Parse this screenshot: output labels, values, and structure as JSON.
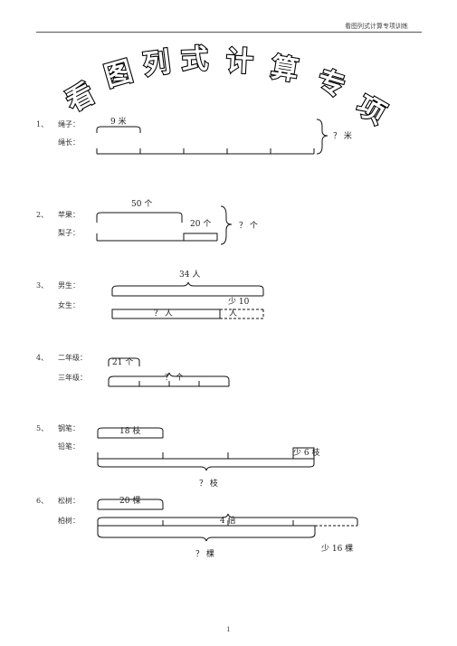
{
  "header": {
    "text": "看图列式计算专项训练"
  },
  "title_chars": [
    "看",
    "图",
    "列",
    "式",
    "计",
    "算",
    "专",
    "项"
  ],
  "problems": [
    {
      "num": "1、",
      "rows": [
        "绳子：",
        "绳长："
      ],
      "labels": {
        "top": "9 米",
        "right": "？ 米"
      }
    },
    {
      "num": "2、",
      "rows": [
        "苹果：",
        "梨子："
      ],
      "labels": {
        "top": "50 个",
        "mid": "20 个",
        "right": "？ 个"
      }
    },
    {
      "num": "3、",
      "rows": [
        "男生：",
        "女生："
      ],
      "labels": {
        "top": "34 人",
        "diff": "少 10",
        "unit": "人",
        "unknown": "？ 人"
      }
    },
    {
      "num": "4、",
      "rows": [
        "二年级：",
        "三年级："
      ],
      "labels": {
        "top": "21 个",
        "unknown": "？ 个"
      }
    },
    {
      "num": "5、",
      "rows": [
        "钢笔：",
        "铅笔："
      ],
      "labels": {
        "top": "18 枝",
        "diff": "少 6 枝",
        "bottom": "？ 枝"
      }
    },
    {
      "num": "6、",
      "rows": [
        "松树：",
        "柏树："
      ],
      "labels": {
        "top": "20 棵",
        "mult": "4 倍",
        "diff": "少 16 棵",
        "bottom": "？ 棵"
      }
    }
  ],
  "page_number": "1"
}
